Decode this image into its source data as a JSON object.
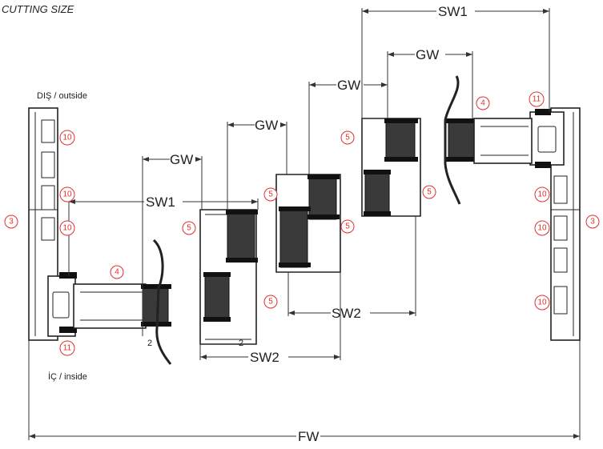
{
  "title": "CUTTING SIZE",
  "labels": {
    "outside": "DIŞ / outside",
    "inside": "İÇ / inside",
    "sw1": "SW1",
    "sw2": "SW2",
    "gw": "GW",
    "fw": "FW",
    "gap": "2"
  },
  "callouts": [
    "3",
    "10",
    "4",
    "11",
    "5"
  ]
}
